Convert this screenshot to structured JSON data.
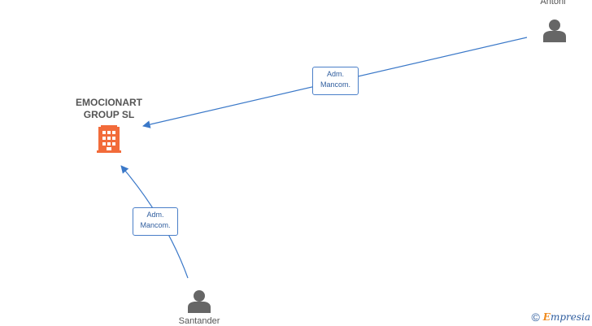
{
  "nodes": {
    "company": {
      "name_line1": "EMOCIONART",
      "name_line2": "GROUP  SL",
      "icon": "building-icon",
      "color": "#f26b3a"
    },
    "person_top": {
      "name": "Antoni",
      "icon": "person-icon",
      "color": "#666666"
    },
    "person_bottom": {
      "name": "Santander",
      "icon": "person-icon",
      "color": "#666666"
    }
  },
  "edges": [
    {
      "label_line1": "Adm.",
      "label_line2": "Mancom."
    },
    {
      "label_line1": "Adm.",
      "label_line2": "Mancom."
    }
  ],
  "footer": {
    "copyright_symbol": "©",
    "brand_initial": "E",
    "brand_rest": "mpresia"
  },
  "colors": {
    "edge": "#3a78c8",
    "label_border": "#4a7fc8"
  }
}
